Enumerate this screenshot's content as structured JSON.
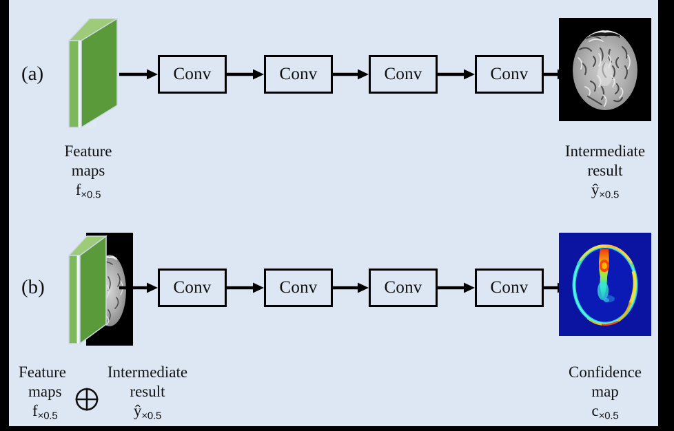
{
  "figure": {
    "background_color": "#dde7f4",
    "frame_color": "#000000",
    "panels": [
      {
        "id": "a",
        "label": "(a)",
        "input": {
          "type": "feature-maps-slab",
          "caption_lines": [
            "Feature",
            "maps"
          ],
          "symbol": "f",
          "subscript": "×0.5"
        },
        "blocks": [
          "Conv",
          "Conv",
          "Conv",
          "Conv"
        ],
        "output": {
          "type": "grayscale-mri",
          "caption_lines": [
            "Intermediate",
            "result"
          ],
          "symbol": "ŷ",
          "subscript": "×0.5"
        }
      },
      {
        "id": "b",
        "label": "(b)",
        "input": {
          "type": "feature-maps-slab-plus-mri",
          "left_caption_lines": [
            "Feature",
            "maps"
          ],
          "left_symbol": "f",
          "left_subscript": "×0.5",
          "operator": "⊕",
          "operator_name": "element-wise-sum",
          "right_caption_lines": [
            "Intermediate",
            "result"
          ],
          "right_symbol": "ŷ",
          "right_subscript": "×0.5"
        },
        "blocks": [
          "Conv",
          "Conv",
          "Conv",
          "Conv"
        ],
        "output": {
          "type": "jet-confidence-map",
          "caption_lines": [
            "Confidence",
            "map"
          ],
          "symbol": "c",
          "subscript": "×0.5"
        }
      }
    ],
    "colors": {
      "slab_front": "#7cb95a",
      "slab_side": "#558b38",
      "slab_top": "#9dcb7a",
      "box_border": "#000000",
      "box_fill": "#dde7f4",
      "arrow": "#000000",
      "mri_background": "#000000",
      "confidence_background": "#0a14a0"
    }
  }
}
